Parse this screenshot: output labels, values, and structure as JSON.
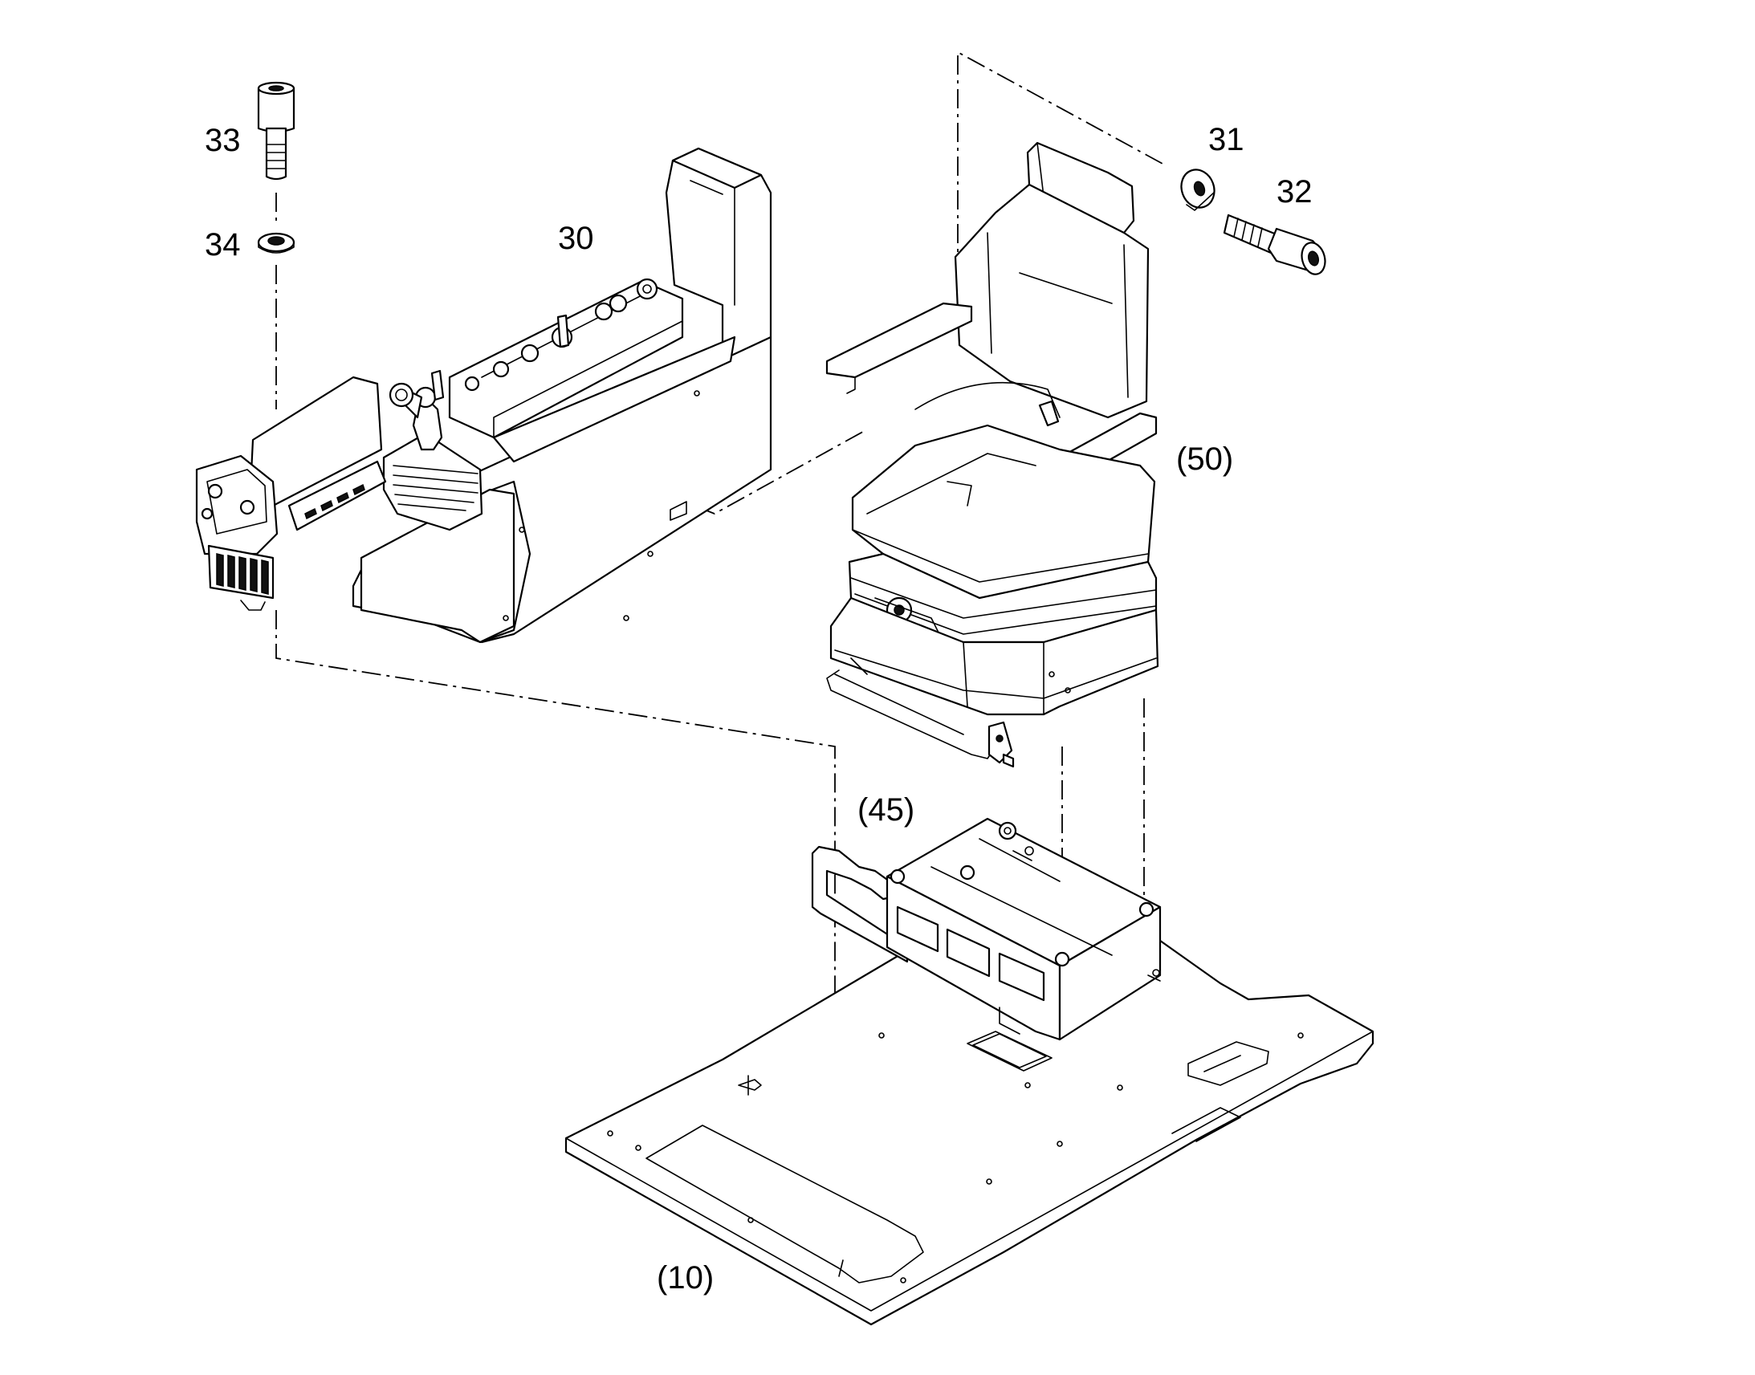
{
  "callouts": {
    "c33": "33",
    "c34": "34",
    "c30": "30",
    "c31": "31",
    "c32": "32",
    "c50": "(50)",
    "c45": "(45)",
    "c10": "(10)"
  },
  "colors": {
    "line": "#000000",
    "background": "#ffffff"
  },
  "icons": {
    "control_console": "control-console-icon",
    "operator_seat": "operator-seat-icon",
    "seat_bracket": "seat-bracket-icon",
    "floor_plate": "floor-plate-icon",
    "socket_head_bolt": "socket-head-bolt-icon",
    "washer": "washer-icon"
  }
}
